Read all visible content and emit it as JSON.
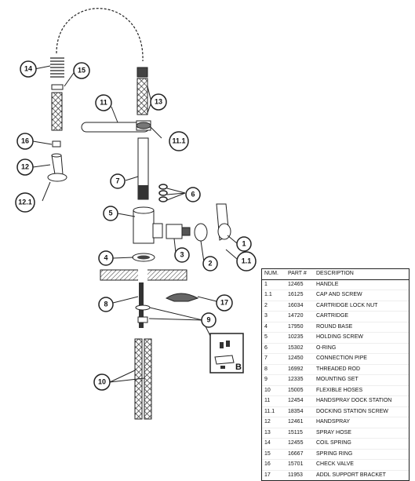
{
  "callouts": [
    "14",
    "15",
    "13",
    "11",
    "16",
    "11.1",
    "12",
    "7",
    "6",
    "12.1",
    "5",
    "1",
    "3",
    "1.1",
    "4",
    "2",
    "17",
    "8",
    "9",
    "10"
  ],
  "inset_label": "B",
  "table": {
    "headers": [
      "NUM.",
      "PART #",
      "DESCRIPTION"
    ],
    "rows": [
      [
        "1",
        "12465",
        "HANDLE"
      ],
      [
        "1.1",
        "16125",
        "CAP AND SCREW"
      ],
      [
        "2",
        "16034",
        "CARTRIDGE LOCK NUT"
      ],
      [
        "3",
        "14720",
        "CARTRIDGE"
      ],
      [
        "4",
        "17950",
        "ROUND BASE"
      ],
      [
        "5",
        "10235",
        "HOLDING SCREW"
      ],
      [
        "6",
        "15302",
        "O-RING"
      ],
      [
        "7",
        "12450",
        "CONNECTION PIPE"
      ],
      [
        "8",
        "16992",
        "THREADED ROD"
      ],
      [
        "9",
        "12335",
        "MOUNTING SET"
      ],
      [
        "10",
        "15005",
        "FLEXIBLE HOSES"
      ],
      [
        "11",
        "12454",
        "HANDSPRAY DOCK STATION"
      ],
      [
        "11.1",
        "18354",
        "DOCKING STATION SCREW"
      ],
      [
        "12",
        "12461",
        "HANDSPRAY"
      ],
      [
        "13",
        "15115",
        "SPRAY HOSE"
      ],
      [
        "14",
        "12455",
        "COIL SPRING"
      ],
      [
        "15",
        "16667",
        "SPRING RING"
      ],
      [
        "16",
        "15701",
        "CHECK VALVE"
      ],
      [
        "17",
        "11953",
        "ADDL SUPPORT BRACKET"
      ]
    ]
  }
}
